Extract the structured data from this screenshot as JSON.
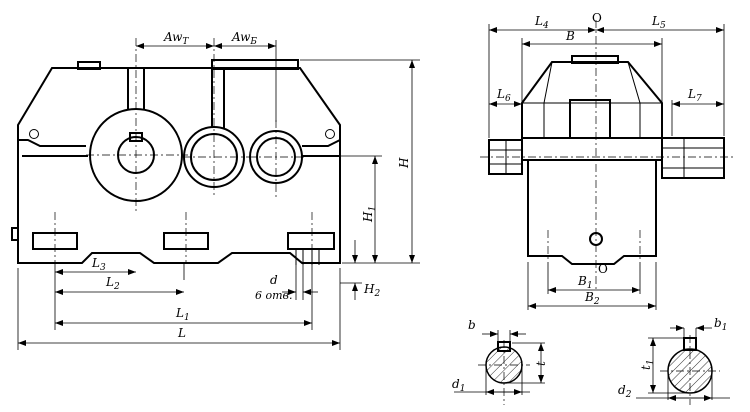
{
  "labels": {
    "aw_t": "Aw",
    "aw_t_sub": "T",
    "aw_b": "Aw",
    "aw_b_sub": "Б",
    "h": "H",
    "h1": "H",
    "h1_sub": "1",
    "h2": "H",
    "h2_sub": "2",
    "l3": "L",
    "l3_sub": "3",
    "l2": "L",
    "l2_sub": "2",
    "l1": "L",
    "l1_sub": "1",
    "l": "L",
    "d": "d",
    "holes": "6 отв.",
    "l4": "L",
    "l4_sub": "4",
    "l5": "L",
    "l5_sub": "5",
    "o_top": "O",
    "o_bottom": "O",
    "b": "B",
    "l6": "L",
    "l6_sub": "6",
    "l7": "L",
    "l7_sub": "7",
    "b1": "B",
    "b1_sub": "1",
    "b2": "B",
    "b2_sub": "2",
    "b_small": "b",
    "b1_small": "b",
    "b1_small_sub": "1",
    "t": "t",
    "t1": "t",
    "t1_sub": "1",
    "d1": "d",
    "d1_sub": "1",
    "d2": "d",
    "d2_sub": "2"
  }
}
